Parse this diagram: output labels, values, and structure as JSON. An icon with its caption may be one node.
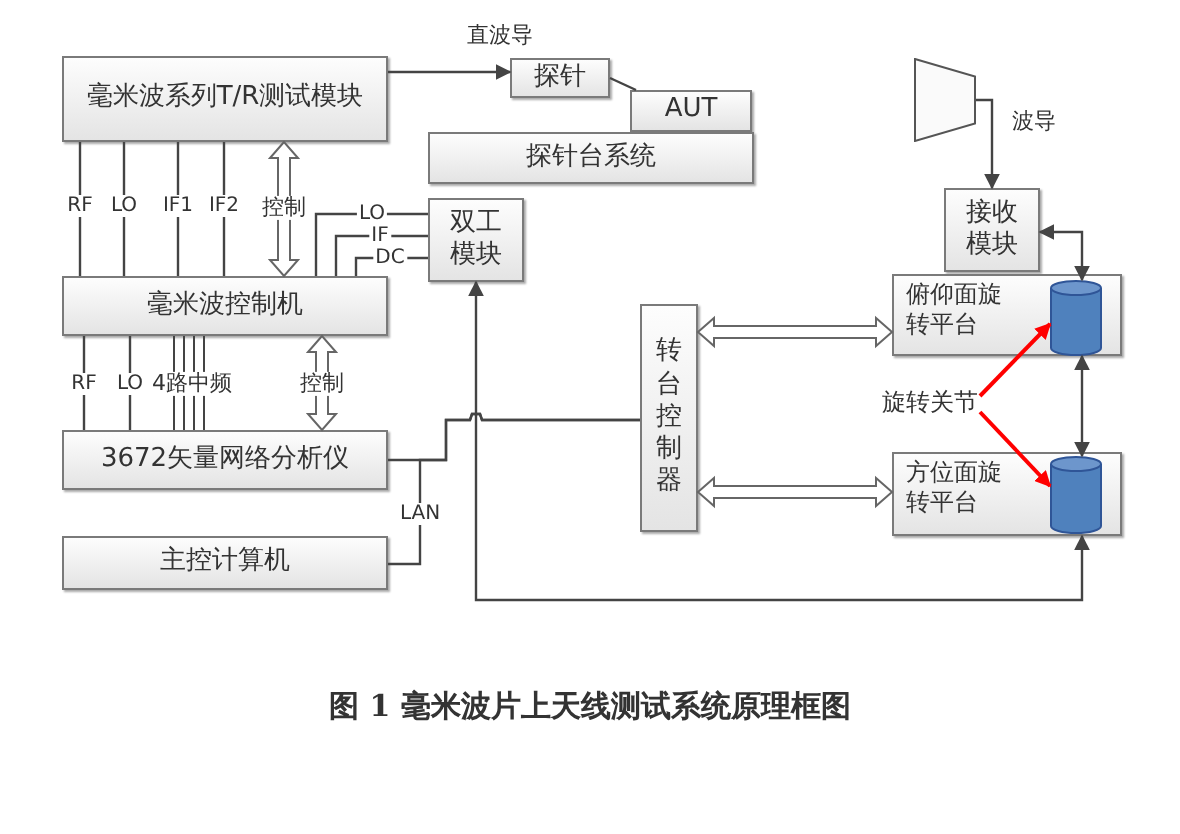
{
  "diagram": {
    "caption": "图 1 毫米波片上天线测试系统原理框图",
    "nodes": [
      {
        "text": [
          "毫米波系列T/R测试模块"
        ]
      },
      {
        "text": [
          "探针"
        ]
      },
      {
        "text": [
          "AUT"
        ]
      },
      {
        "text": [
          "探针台系统"
        ]
      },
      {
        "text": [
          "双工模块"
        ]
      },
      {
        "text": [
          "毫米波控制机"
        ]
      },
      {
        "text": [
          "3672矢量网络分析仪"
        ]
      },
      {
        "text": [
          "主控计算机"
        ]
      },
      {
        "text": [],
        "shape": "horn"
      },
      {
        "text": [
          "接收模块"
        ]
      },
      {
        "text": [
          "俯仰面旋转平台"
        ]
      },
      {
        "text": [],
        "shape": "cylinder",
        "in": 10
      },
      {
        "text": [
          "转台控制器"
        ]
      },
      {
        "text": [
          "方位面旋转平台"
        ]
      },
      {
        "text": [],
        "shape": "cylinder",
        "in": 13
      },
      {
        "text": [
          "旋转关节"
        ]
      }
    ],
    "edges": [
      {
        "from": 0,
        "to": 1,
        "arrow": "to",
        "label": "直波导"
      },
      {
        "from": 1,
        "to": 2,
        "arrow": "none"
      },
      {
        "from": 0,
        "to": 5,
        "arrow": "none",
        "label": "RF"
      },
      {
        "from": 0,
        "to": 5,
        "arrow": "none",
        "label": "LO"
      },
      {
        "from": 0,
        "to": 5,
        "arrow": "none",
        "label": "IF1"
      },
      {
        "from": 0,
        "to": 5,
        "arrow": "none",
        "label": "IF2"
      },
      {
        "from": 0,
        "to": 5,
        "arrow": "both",
        "label": "控制",
        "style": "thick"
      },
      {
        "from": 5,
        "to": 4,
        "arrow": "none",
        "label": "LO"
      },
      {
        "from": 5,
        "to": 4,
        "arrow": "none",
        "label": "IF"
      },
      {
        "from": 5,
        "to": 4,
        "arrow": "none",
        "label": "DC"
      },
      {
        "from": 5,
        "to": 6,
        "arrow": "none",
        "label": "RF"
      },
      {
        "from": 5,
        "to": 6,
        "arrow": "none",
        "label": "LO"
      },
      {
        "from": 5,
        "to": 6,
        "arrow": "none",
        "label": "4路中频"
      },
      {
        "from": 5,
        "to": 6,
        "arrow": "both",
        "label": "控制",
        "style": "thick"
      },
      {
        "from": 6,
        "to": 12,
        "arrow": "none"
      },
      {
        "from": 7,
        "to": 12,
        "arrow": "none",
        "label": "LAN"
      },
      {
        "from": 13,
        "to": 4,
        "arrow": "both"
      },
      {
        "from": 12,
        "to": 10,
        "arrow": "both",
        "style": "thick"
      },
      {
        "from": 12,
        "to": 13,
        "arrow": "both",
        "style": "thick"
      },
      {
        "from": 8,
        "to": 9,
        "arrow": "to",
        "label": "波导"
      },
      {
        "from": 9,
        "to": 11,
        "arrow": "both"
      },
      {
        "from": 11,
        "to": 14,
        "arrow": "both"
      },
      {
        "from": 15,
        "to": 11,
        "arrow": "to",
        "color": "#ff0000"
      },
      {
        "from": 15,
        "to": 14,
        "arrow": "to",
        "color": "#ff0000"
      }
    ]
  }
}
